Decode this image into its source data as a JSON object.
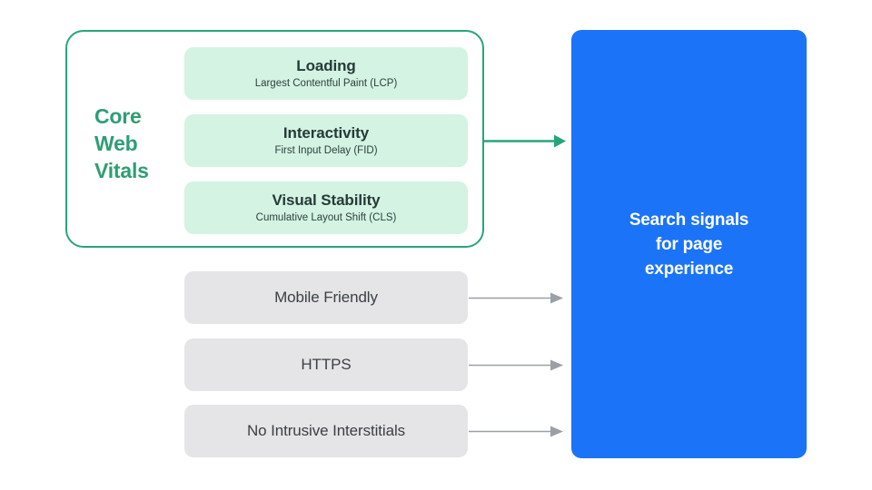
{
  "diagram": {
    "title": "Search signals for page experience",
    "colors": {
      "green_accent": "#2E9E74",
      "green_border": "#27A579",
      "green_card_bg": "#D4F3E3",
      "gray_card_bg": "#E5E5E7",
      "blue_box": "#1B73F8",
      "arrow_gray": "#9AA0A6",
      "text_dark": "#263A38",
      "text_gray": "#3C4043"
    },
    "core_web_vitals": {
      "label_lines": [
        "Core",
        "Web",
        "Vitals"
      ],
      "metrics": [
        {
          "title": "Loading",
          "subtitle": "Largest Contentful Paint (LCP)"
        },
        {
          "title": "Interactivity",
          "subtitle": "First Input Delay (FID)"
        },
        {
          "title": "Visual Stability",
          "subtitle": "Cumulative Layout Shift (CLS)"
        }
      ]
    },
    "other_signals": [
      {
        "label": "Mobile Friendly"
      },
      {
        "label": "HTTPS"
      },
      {
        "label": "No Intrusive Interstitials"
      }
    ],
    "destination": {
      "lines": [
        "Search signals",
        "for page",
        "experience"
      ]
    }
  }
}
